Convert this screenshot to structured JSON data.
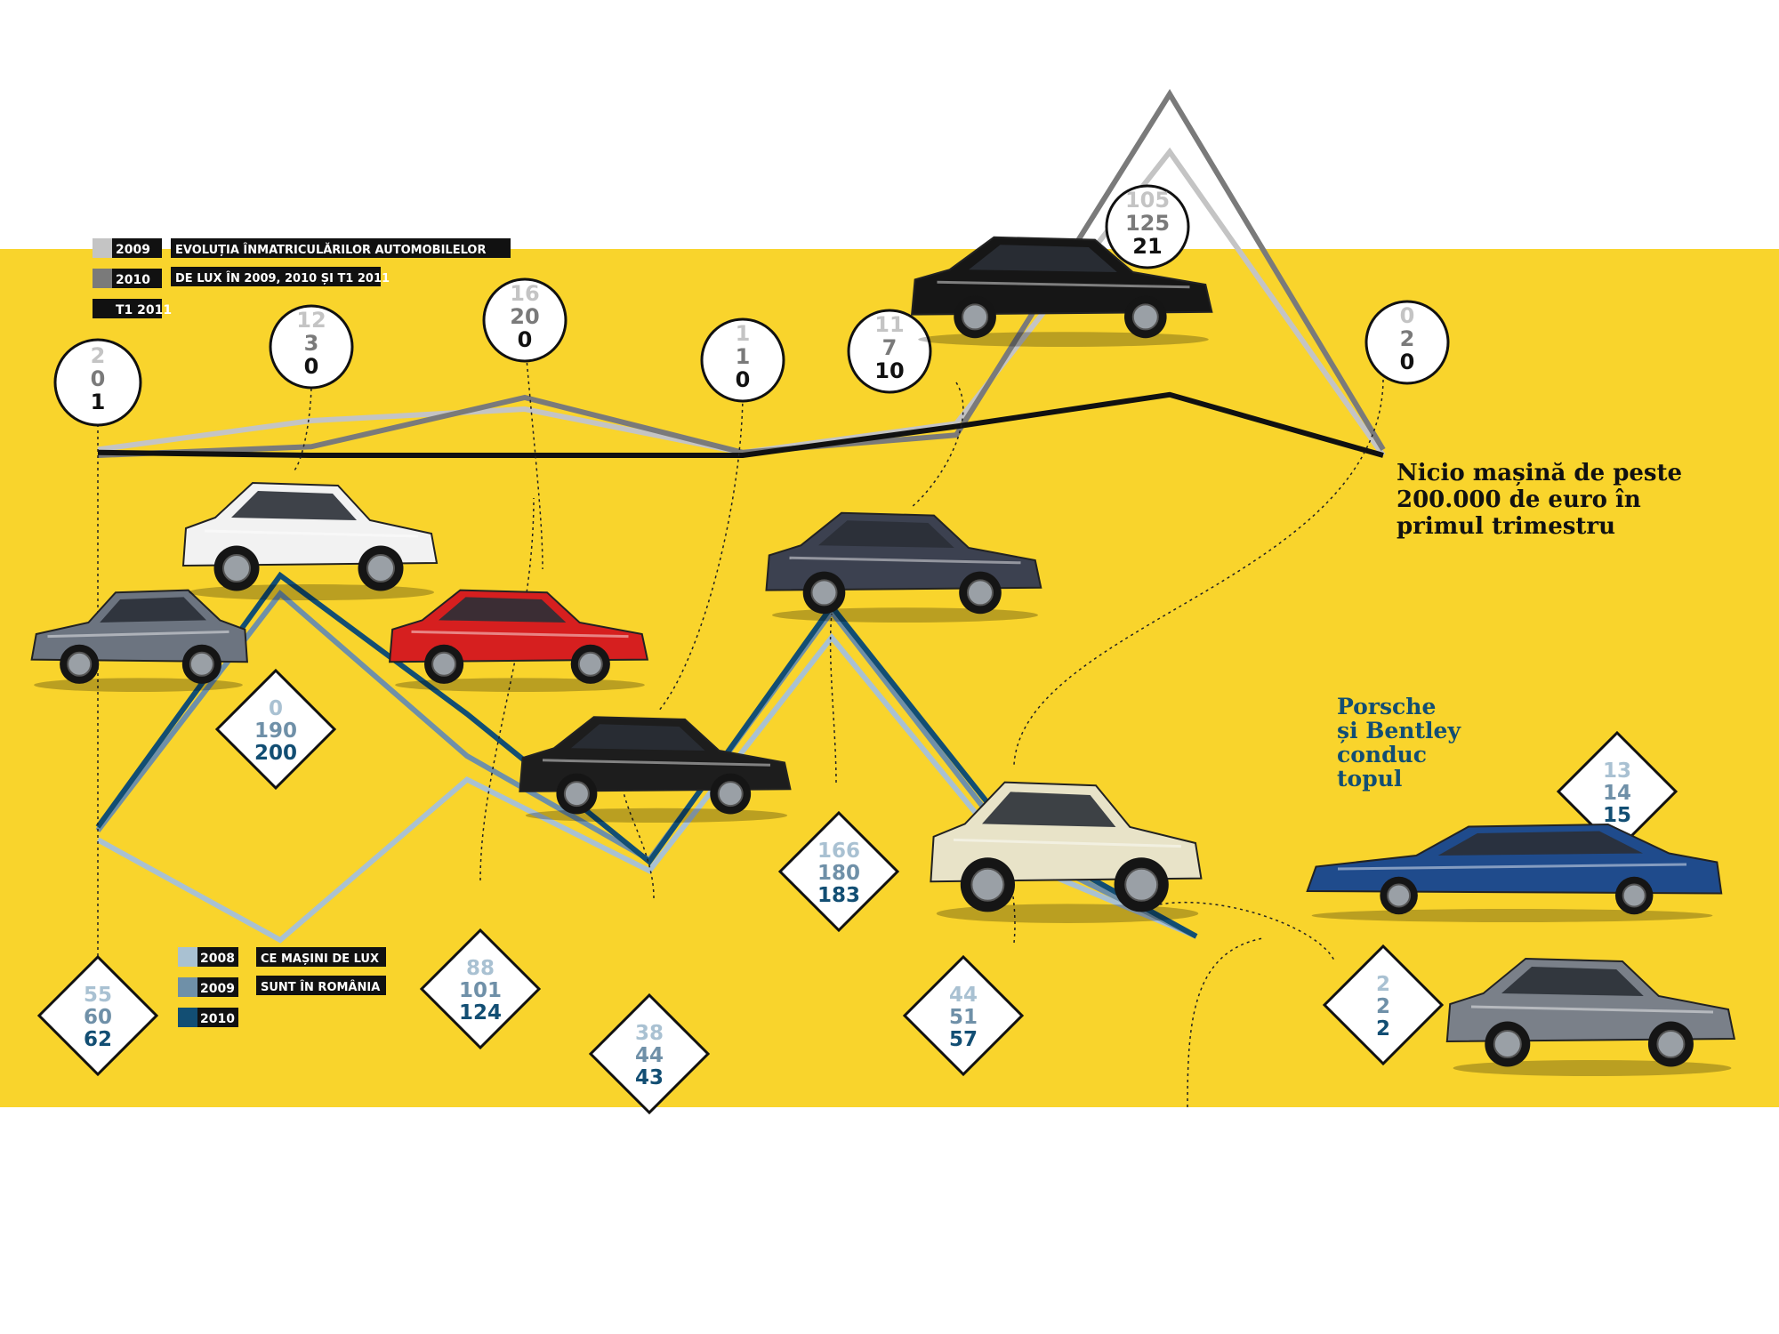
{
  "colors": {
    "background": "#f9d42c",
    "s2009": "#c4c4c4",
    "s2010": "#7a7a7a",
    "t12011": "#111111",
    "b2008": "#a9c1d2",
    "b2009": "#6f90a8",
    "b2010": "#124e73"
  },
  "legends": {
    "top": {
      "title_line1": "EVOLUȚIA ÎNMATRICULĂRILOR AUTOMOBILELOR",
      "title_line2": "DE LUX ÎN 2009, 2010 ȘI T1 2011",
      "items": [
        "2009",
        "2010",
        "T1 2011"
      ]
    },
    "bottom": {
      "title_line1": "CE MAȘINI DE LUX",
      "title_line2": "SUNT ÎN ROMÂNIA",
      "items": [
        "2008",
        "2009",
        "2010"
      ]
    }
  },
  "annotations": {
    "top_note": [
      "Nicio mașină de peste",
      "200.000 de euro în",
      "primul trimestru"
    ],
    "bottom_note": [
      "Porsche",
      "și Bentley",
      "conduc",
      "topul"
    ]
  },
  "car_icons": [
    "aston-martin-car-icon",
    "bentley-continental-car-icon",
    "ferrari-car-icon",
    "lamborghini-car-icon",
    "maserati-car-icon",
    "porsche-911-car-icon",
    "rolls-royce-car-icon",
    "maybach-car-icon",
    "bugatti-car-icon"
  ],
  "chart_data": [
    {
      "type": "line",
      "series": [
        {
          "name": "2009",
          "values": [
            2,
            12,
            16,
            1,
            11,
            105,
            0
          ]
        },
        {
          "name": "2010",
          "values": [
            0,
            3,
            20,
            1,
            7,
            125,
            2
          ]
        },
        {
          "name": "T1 2011",
          "values": [
            1,
            0,
            0,
            0,
            10,
            21,
            0
          ]
        }
      ],
      "labels": [
        [
          "2",
          "0",
          "1"
        ],
        [
          "12",
          "3",
          "0"
        ],
        [
          "16",
          "20",
          "0"
        ],
        [
          "1",
          "1",
          "0"
        ],
        [
          "11",
          "7",
          "10"
        ],
        [
          "105",
          "125",
          "21"
        ],
        [
          "0",
          "2",
          "0"
        ]
      ]
    },
    {
      "type": "line",
      "series": [
        {
          "name": "2008",
          "values": [
            55,
            0,
            88,
            38,
            166,
            44,
            2,
            13
          ]
        },
        {
          "name": "2009",
          "values": [
            60,
            190,
            101,
            44,
            180,
            51,
            2,
            14
          ]
        },
        {
          "name": "2010",
          "values": [
            62,
            200,
            124,
            43,
            183,
            57,
            2,
            15
          ]
        }
      ],
      "labels": [
        [
          "55",
          "60",
          "62"
        ],
        [
          "0",
          "190",
          "200"
        ],
        [
          "88",
          "101",
          "124"
        ],
        [
          "38",
          "44",
          "43"
        ],
        [
          "166",
          "180",
          "183"
        ],
        [
          "44",
          "51",
          "57"
        ],
        [
          "2",
          "2",
          "2"
        ],
        [
          "13",
          "14",
          "15"
        ]
      ]
    }
  ]
}
